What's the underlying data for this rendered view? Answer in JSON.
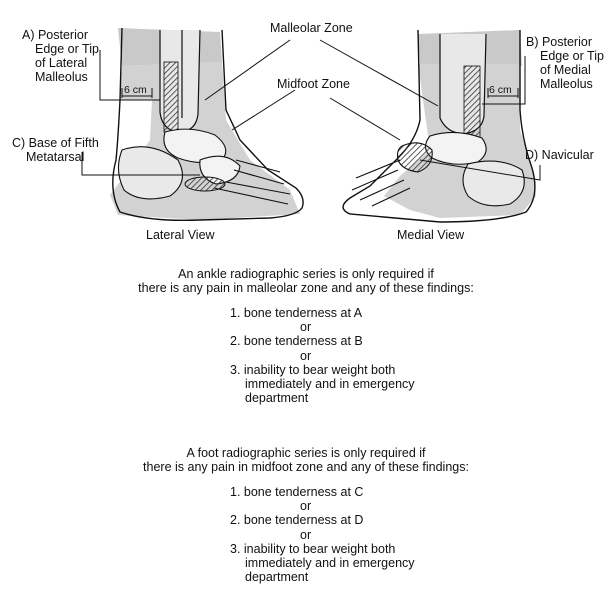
{
  "zones": {
    "malleolar": "Malleolar Zone",
    "midfoot": "Midfoot Zone"
  },
  "labels": {
    "a": [
      "A) Posterior",
      "Edge or Tip",
      "of Lateral",
      "Malleolus"
    ],
    "b": [
      "B) Posterior",
      "Edge or Tip",
      "of Medial",
      "Malleolus"
    ],
    "c": [
      "C) Base of Fifth",
      "Metatarsal"
    ],
    "d": "D) Navicular",
    "cm_left": "6 cm",
    "cm_right": "6 cm"
  },
  "views": {
    "lateral": "Lateral View",
    "medial": "Medial View"
  },
  "ankle": {
    "intro": [
      "An ankle radiographic series is only required if",
      "there is any pain in malleolar zone and any of these findings:"
    ],
    "items": [
      "1. bone tenderness at A",
      "2. bone tenderness at B",
      "3. inability to bear weight both"
    ],
    "item3_cont": [
      "immediately and in emergency",
      "department"
    ],
    "or": "or"
  },
  "foot": {
    "intro": [
      "A foot radiographic series is only required if",
      "there is any pain in midfoot zone and any of these findings:"
    ],
    "items": [
      "1. bone tenderness at C",
      "2. bone tenderness at D",
      "3. inability to bear weight both"
    ],
    "item3_cont": [
      "immediately and in emergency",
      "department"
    ],
    "or": "or"
  }
}
